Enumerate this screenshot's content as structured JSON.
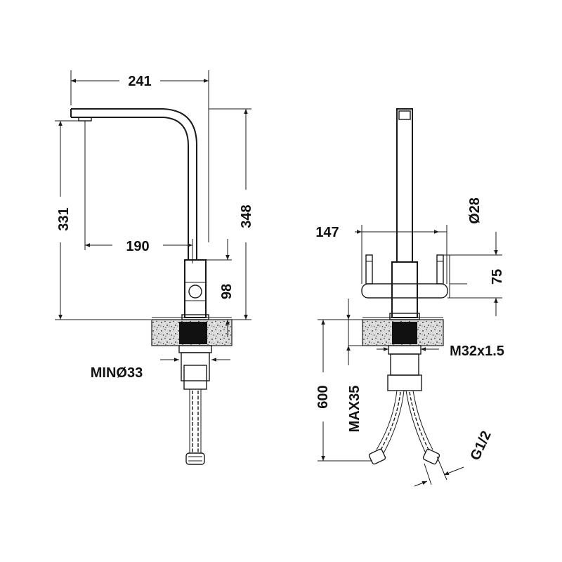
{
  "dimensions": {
    "width_total": "241",
    "height_331": "331",
    "reach_190": "190",
    "height_348": "348",
    "body_98": "98",
    "hole_min": "MINØ33",
    "spacing_147": "147",
    "diameter_28": "Ø28",
    "handle_75": "75",
    "thread_m32": "M32x1.5",
    "hose_600": "600",
    "max_thickness": "MAX35",
    "connection_g12": "G1/2"
  },
  "colors": {
    "line": "#1a1a1a",
    "speckle_fill": "#dcdcdc",
    "gasket": "#111111"
  }
}
